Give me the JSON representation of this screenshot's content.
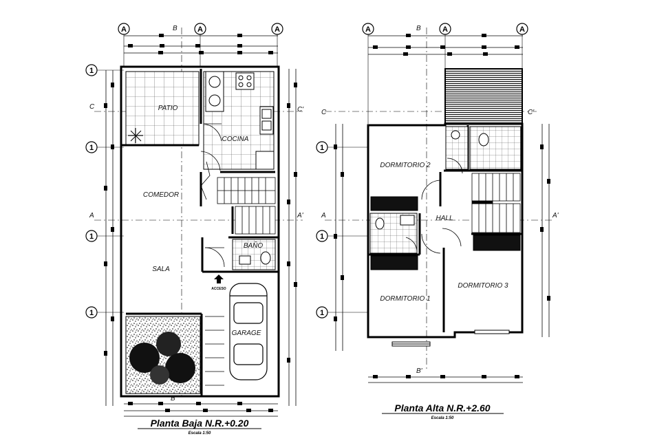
{
  "ground_floor": {
    "title": "Planta Baja N.R.+0.20",
    "scale": "Escala 1:50",
    "rooms": {
      "patio": "PATIO",
      "cocina": "COCINA",
      "comedor": "COMEDOR",
      "sala": "SALA",
      "bano": "BAÑO",
      "garage": "GARAGE"
    },
    "access_label": "ACCESO"
  },
  "upper_floor": {
    "title": "Planta Alta N.R.+2.60",
    "scale": "Escala 1:50",
    "rooms": {
      "dormitorio2": "DORMITORIO 2",
      "dormitorio1": "DORMITORIO 1",
      "dormitorio3": "DORMITORIO 3",
      "hall": "HALL"
    }
  },
  "axes": {
    "bubble_letter": "A",
    "bubble_number": "1",
    "section_b": "B",
    "section_b_prime": "B'",
    "section_c": "C",
    "section_c_prime": "C'",
    "section_a": "A",
    "section_a_prime": "A'"
  }
}
